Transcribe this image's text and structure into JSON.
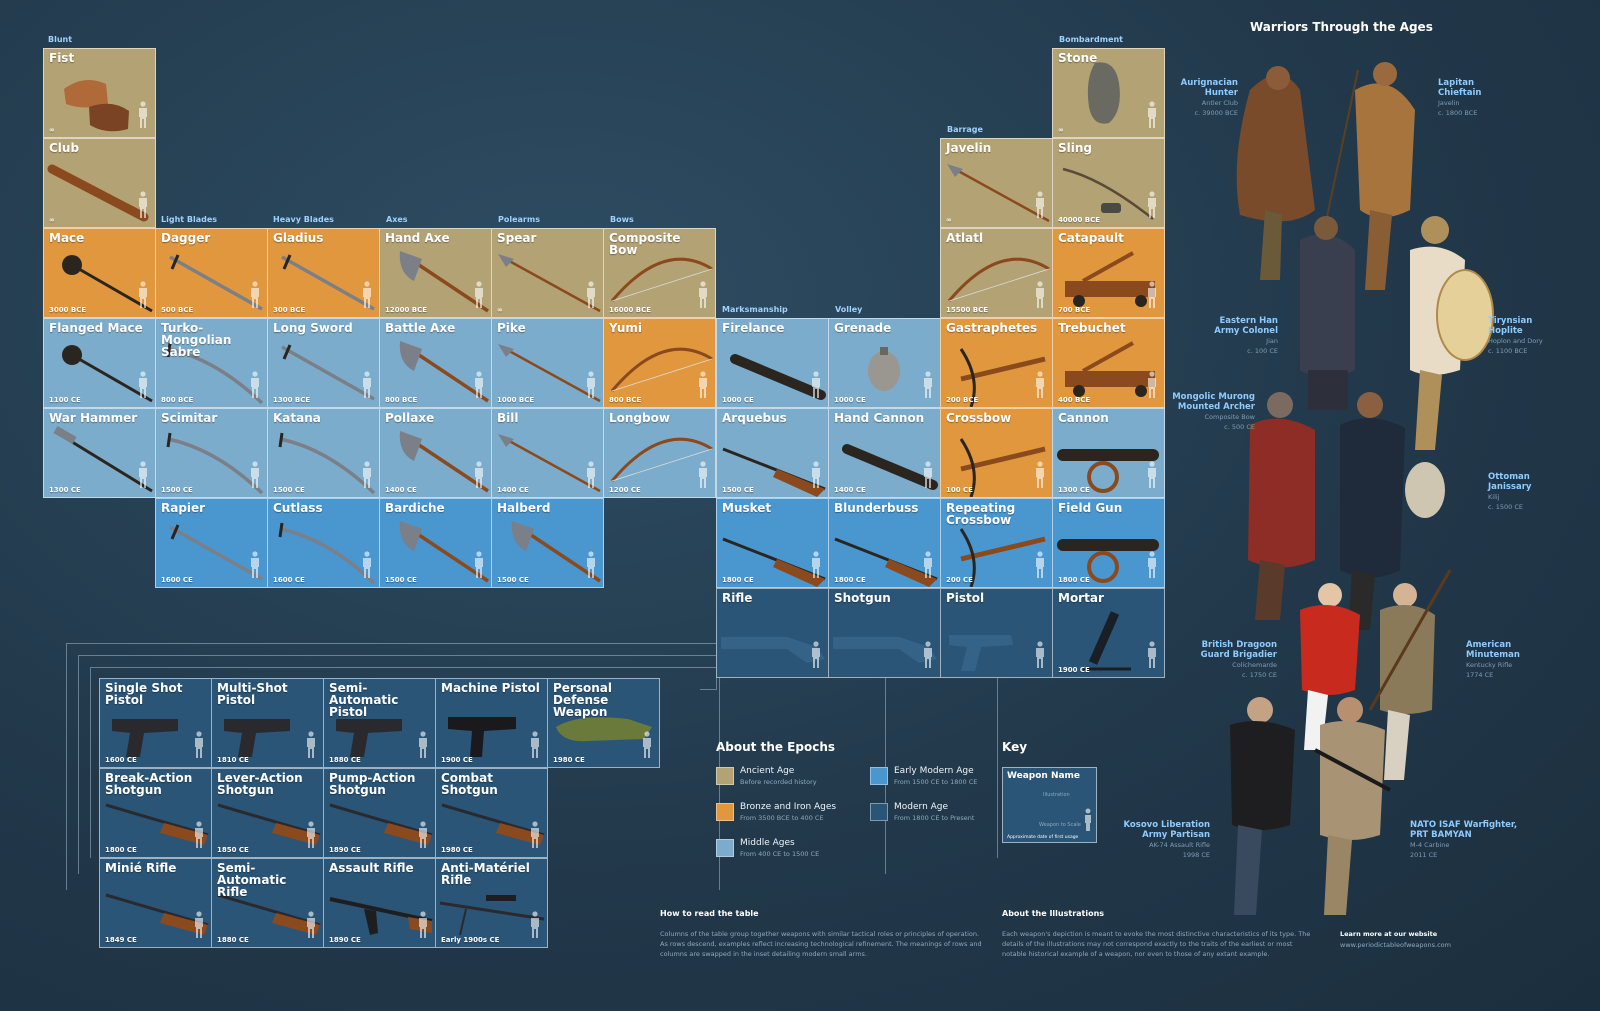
{
  "groups": {
    "blunt": "Blunt",
    "light_blades": "Light Blades",
    "heavy_blades": "Heavy Blades",
    "axes": "Axes",
    "polearms": "Polearms",
    "bows": "Bows",
    "marksmanship": "Marksmanship",
    "volley": "Volley",
    "barrage": "Barrage",
    "bombardment": "Bombardment"
  },
  "weapons": [
    {
      "id": "fist",
      "name": "Fist",
      "date": "∞",
      "era": "ancient",
      "art": "fist"
    },
    {
      "id": "club",
      "name": "Club",
      "date": "∞",
      "era": "ancient",
      "art": "club"
    },
    {
      "id": "mace",
      "name": "Mace",
      "date": "3000 BCE",
      "era": "bronze",
      "art": "mace"
    },
    {
      "id": "flanged_mace",
      "name": "Flanged Mace",
      "date": "1100 CE",
      "era": "middle",
      "art": "mace"
    },
    {
      "id": "war_hammer",
      "name": "War Hammer",
      "date": "1300 CE",
      "era": "middle",
      "art": "hammer"
    },
    {
      "id": "dagger",
      "name": "Dagger",
      "date": "500 BCE",
      "era": "bronze",
      "art": "sword"
    },
    {
      "id": "turko_mongolian_sabre",
      "name": "Turko-Mongolian Sabre",
      "date": "800 BCE",
      "era": "middle",
      "art": "sabre"
    },
    {
      "id": "scimitar",
      "name": "Scimitar",
      "date": "1500 CE",
      "era": "middle",
      "art": "sabre"
    },
    {
      "id": "rapier",
      "name": "Rapier",
      "date": "1600 CE",
      "era": "early",
      "art": "sword"
    },
    {
      "id": "gladius",
      "name": "Gladius",
      "date": "300 BCE",
      "era": "bronze",
      "art": "sword"
    },
    {
      "id": "long_sword",
      "name": "Long Sword",
      "date": "1300 BCE",
      "era": "middle",
      "art": "sword"
    },
    {
      "id": "katana",
      "name": "Katana",
      "date": "1500 CE",
      "era": "middle",
      "art": "sabre"
    },
    {
      "id": "cutlass",
      "name": "Cutlass",
      "date": "1600 CE",
      "era": "early",
      "art": "sabre"
    },
    {
      "id": "hand_axe",
      "name": "Hand Axe",
      "date": "12000 BCE",
      "era": "ancient",
      "art": "axe"
    },
    {
      "id": "battle_axe",
      "name": "Battle Axe",
      "date": "800 BCE",
      "era": "middle",
      "art": "axe"
    },
    {
      "id": "pollaxe",
      "name": "Pollaxe",
      "date": "1400 CE",
      "era": "middle",
      "art": "axe"
    },
    {
      "id": "bardiche",
      "name": "Bardiche",
      "date": "1500 CE",
      "era": "early",
      "art": "axe"
    },
    {
      "id": "spear",
      "name": "Spear",
      "date": "∞",
      "era": "ancient",
      "art": "spear"
    },
    {
      "id": "pike",
      "name": "Pike",
      "date": "1000 BCE",
      "era": "middle",
      "art": "spear"
    },
    {
      "id": "bill",
      "name": "Bill",
      "date": "1400 CE",
      "era": "middle",
      "art": "spear"
    },
    {
      "id": "halberd",
      "name": "Halberd",
      "date": "1500 CE",
      "era": "early",
      "art": "axe"
    },
    {
      "id": "composite_bow",
      "name": "Composite Bow",
      "date": "16000 BCE",
      "era": "ancient",
      "art": "bow"
    },
    {
      "id": "yumi",
      "name": "Yumi",
      "date": "800 BCE",
      "era": "bronze",
      "art": "bow"
    },
    {
      "id": "longbow",
      "name": "Longbow",
      "date": "1200 CE",
      "era": "middle",
      "art": "bow"
    },
    {
      "id": "firelance",
      "name": "Firelance",
      "date": "1000 CE",
      "era": "middle",
      "art": "tube"
    },
    {
      "id": "arquebus",
      "name": "Arquebus",
      "date": "1500 CE",
      "era": "middle",
      "art": "gun"
    },
    {
      "id": "musket",
      "name": "Musket",
      "date": "1800 CE",
      "era": "early",
      "art": "gun"
    },
    {
      "id": "rifle",
      "name": "Rifle",
      "date": "",
      "era": "modern",
      "art": "ghost_rifle"
    },
    {
      "id": "grenade",
      "name": "Grenade",
      "date": "1000 CE",
      "era": "middle",
      "art": "grenade"
    },
    {
      "id": "hand_cannon",
      "name": "Hand Cannon",
      "date": "1400 CE",
      "era": "middle",
      "art": "tube"
    },
    {
      "id": "blunderbuss",
      "name": "Blunderbuss",
      "date": "1800 CE",
      "era": "early",
      "art": "gun"
    },
    {
      "id": "shotgun",
      "name": "Shotgun",
      "date": "",
      "era": "modern",
      "art": "ghost_rifle"
    },
    {
      "id": "javelin",
      "name": "Javelin",
      "date": "∞",
      "era": "ancient",
      "art": "spear"
    },
    {
      "id": "atlatl",
      "name": "Atlatl",
      "date": "15500 BCE",
      "era": "ancient",
      "art": "bow"
    },
    {
      "id": "gastraphetes",
      "name": "Gastraphetes",
      "date": "200 BCE",
      "era": "bronze",
      "art": "crossbow"
    },
    {
      "id": "crossbow",
      "name": "Crossbow",
      "date": "100 CE",
      "era": "bronze",
      "art": "crossbow"
    },
    {
      "id": "repeating_crossbow",
      "name": "Repeating Crossbow",
      "date": "200 CE",
      "era": "early",
      "art": "crossbow"
    },
    {
      "id": "pistol",
      "name": "Pistol",
      "date": "",
      "era": "modern",
      "art": "ghost_pistol"
    },
    {
      "id": "stone",
      "name": "Stone",
      "date": "∞",
      "era": "ancient",
      "art": "stone"
    },
    {
      "id": "sling",
      "name": "Sling",
      "date": "40000 BCE",
      "era": "ancient",
      "art": "sling"
    },
    {
      "id": "catapault",
      "name": "Catapault",
      "date": "700 BCE",
      "era": "bronze",
      "art": "siege"
    },
    {
      "id": "trebuchet",
      "name": "Trebuchet",
      "date": "400 BCE",
      "era": "bronze",
      "art": "siege"
    },
    {
      "id": "cannon",
      "name": "Cannon",
      "date": "1300 CE",
      "era": "middle",
      "art": "cannon"
    },
    {
      "id": "field_gun",
      "name": "Field Gun",
      "date": "1800 CE",
      "era": "early",
      "art": "cannon"
    },
    {
      "id": "mortar",
      "name": "Mortar",
      "date": "1900 CE",
      "era": "modern",
      "art": "mortar"
    }
  ],
  "modern_weapons": [
    {
      "id": "single_shot_pistol",
      "name": "Single Shot Pistol",
      "date": "1600 CE",
      "art": "pistol"
    },
    {
      "id": "multi_shot_pistol",
      "name": "Multi-Shot Pistol",
      "date": "1810 CE",
      "art": "pistol"
    },
    {
      "id": "semi_automatic_pistol",
      "name": "Semi-Automatic Pistol",
      "date": "1880 CE",
      "art": "pistol"
    },
    {
      "id": "machine_pistol",
      "name": "Machine Pistol",
      "date": "1900 CE",
      "art": "smg"
    },
    {
      "id": "personal_defense_weapon",
      "name": "Personal Defense Weapon",
      "date": "1980 CE",
      "art": "pdw"
    },
    {
      "id": "break_action_shotgun",
      "name": "Break-Action Shotgun",
      "date": "1800 CE",
      "art": "long"
    },
    {
      "id": "lever_action_shotgun",
      "name": "Lever-Action Shotgun",
      "date": "1850 CE",
      "art": "long"
    },
    {
      "id": "pump_action_shotgun",
      "name": "Pump-Action Shotgun",
      "date": "1890 CE",
      "art": "long"
    },
    {
      "id": "combat_shotgun",
      "name": "Combat Shotgun",
      "date": "1980 CE",
      "art": "long"
    },
    {
      "id": "minie_rifle",
      "name": "Minié Rifle",
      "date": "1849 CE",
      "art": "long"
    },
    {
      "id": "semi_automatic_rifle",
      "name": "Semi-Automatic Rifle",
      "date": "1880 CE",
      "art": "long"
    },
    {
      "id": "assault_rifle",
      "name": "Assault Rifle",
      "date": "1890 CE",
      "art": "ak"
    },
    {
      "id": "anti_materiel_rifle",
      "name": "Anti-Matériel Rifle",
      "date": "Early 1900s CE",
      "art": "sniper"
    }
  ],
  "warriors": {
    "title": "Warriors Through the Ages",
    "list": [
      {
        "id": "aurignacian",
        "name": "Aurignacian\nHunter",
        "weapon": "Antler Club",
        "date": "c. 39000 BCE",
        "side": "left"
      },
      {
        "id": "lapitan",
        "name": "Lapitan\nChieftain",
        "weapon": "Javelin",
        "date": "c. 1800 BCE",
        "side": "right"
      },
      {
        "id": "eastern_han",
        "name": "Eastern Han\nArmy Colonel",
        "weapon": "Jian",
        "date": "c. 100 CE",
        "side": "left"
      },
      {
        "id": "tirynsian",
        "name": "Tirynsian\nHoplite",
        "weapon": "Hoplon and Dory",
        "date": "c. 1100 BCE",
        "side": "right"
      },
      {
        "id": "mongolic",
        "name": "Mongolic Murong\nMounted Archer",
        "weapon": "Composite Bow",
        "date": "c. 500 CE",
        "side": "left"
      },
      {
        "id": "ottoman",
        "name": "Ottoman\nJanissary",
        "weapon": "Kilij",
        "date": "c. 1500 CE",
        "side": "right"
      },
      {
        "id": "british",
        "name": "British Dragoon\nGuard Brigadier",
        "weapon": "Colichemarde",
        "date": "c. 1750 CE",
        "side": "left"
      },
      {
        "id": "american",
        "name": "American\nMinuteman",
        "weapon": "Kentucky Rifle",
        "date": "1774 CE",
        "side": "right"
      },
      {
        "id": "kosovo",
        "name": "Kosovo Liberation\nArmy Partisan",
        "weapon": "AK-74 Assault Rifle",
        "date": "1998 CE",
        "side": "left"
      },
      {
        "id": "nato",
        "name": "NATO ISAF Warfighter,\nPRT BAMYAN",
        "weapon": "M-4 Carbine",
        "date": "2011 CE",
        "side": "right"
      }
    ]
  },
  "epochs": {
    "title": "About the Epochs",
    "items": [
      {
        "id": "ancient",
        "label": "Ancient Age",
        "sub": "Before recorded history",
        "color": "#b3a273"
      },
      {
        "id": "bronze",
        "label": "Bronze and Iron Ages",
        "sub": "From 3500 BCE to 400 CE",
        "color": "#e0973d"
      },
      {
        "id": "middle",
        "label": "Middle Ages",
        "sub": "From 400 CE to 1500 CE",
        "color": "#7caccb"
      },
      {
        "id": "early",
        "label": "Early Modern Age",
        "sub": "From 1500 CE to 1800 CE",
        "color": "#4a96cf"
      },
      {
        "id": "modern",
        "label": "Modern Age",
        "sub": "From 1800 CE to Present",
        "color": "#2a5577"
      }
    ]
  },
  "key": {
    "title": "Key",
    "weapon_name": "Weapon Name",
    "illustration": "Illustration",
    "weapon_to_scale": "Weapon to Scale",
    "date_note": "Approximate date of first usage"
  },
  "how_to": {
    "title": "How to read the table",
    "body": "Columns of the table group together weapons with similar tactical roles or principles of operation. As rows descend, examples reflect increasing technological refinement. The meanings of rows and columns are swapped in the inset detailing modern small arms."
  },
  "illustrations": {
    "title": "About the Illustrations",
    "body": "Each weapon's depiction is meant to evoke the most distinctive characteristics of its type. The details of the illustrations may not correspond exactly to the traits of the earliest or most notable historical example of a weapon, nor even to those of any extant example."
  },
  "website": {
    "label": "Learn more at our website",
    "url": "www.periodictableofweapons.com"
  }
}
